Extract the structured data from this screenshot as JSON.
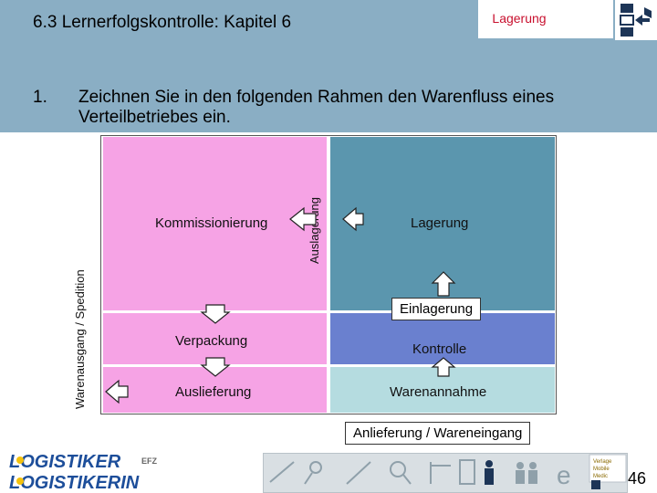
{
  "header": {
    "title": "6.3  Lernerfolgskontrolle: Kapitel  6",
    "tab_label": "Lagerung",
    "question_number": "1.",
    "question_text": "Zeichnen Sie in den folgenden Rahmen den Warenfluss eines Verteilbetriebes ein."
  },
  "diagram": {
    "zones": {
      "kommissionierung": "Kommissionierung",
      "auslagerung": "Auslagerung",
      "lagerung": "Lagerung",
      "einlagerung": "Einlagerung",
      "verpackung": "Verpackung",
      "kontrolle": "Kontrolle",
      "auslieferung": "Auslieferung",
      "warenannahme": "Warenannahme",
      "warenausgang": "Warenausgang / Spedition",
      "anlieferung": "Anlieferung / Wareneingang"
    },
    "colors": {
      "pink": "#f6a3e5",
      "teal": "#5b96ae",
      "blue": "#6a80cf",
      "light": "#b5dce0"
    }
  },
  "footer": {
    "logo_line1": "LOGISTIKER",
    "logo_line2": "LOGISTIKERIN",
    "logo_suffix": "EFZ",
    "toolbar_badge_line1": "Verlage",
    "toolbar_badge_line2": "Mobile",
    "toolbar_badge_line3": "Medic",
    "page_number": "46"
  }
}
